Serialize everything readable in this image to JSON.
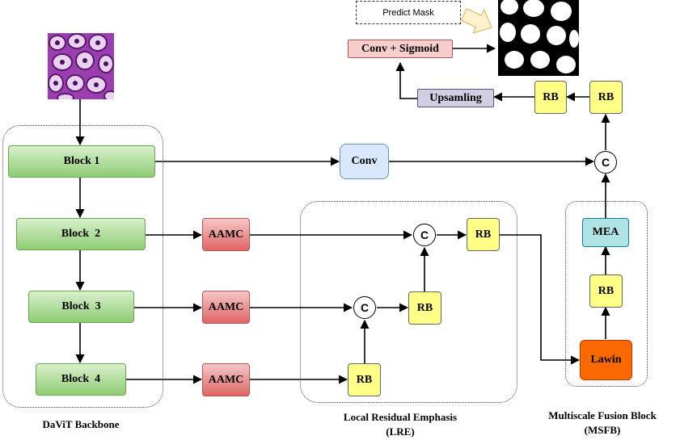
{
  "backbone": {
    "caption": "DaViT Backbone",
    "blocks": [
      "Block 1",
      "Block  2",
      "Block  3",
      "Block  4"
    ]
  },
  "aamc_label": "AAMC",
  "conv_label": "Conv",
  "rb_label": "RB",
  "concat_label": "C",
  "lre": {
    "caption_line1": "Local Residual Emphasis",
    "caption_line2": "(LRE)"
  },
  "msfb": {
    "caption_line1": "Multiscale Fusion Block",
    "caption_line2": "(MSFB)",
    "mea_label": "MEA",
    "lawin_label": "Lawin"
  },
  "head": {
    "upsampling_label": "Upsamling",
    "conv_sigmoid_label": "Conv + Sigmoid",
    "predict_mask_note": "Predict Mask"
  },
  "colors": {
    "block_green": "#8fcc74",
    "aamc_red": "#e06565",
    "rb_yellow": "#ffff88",
    "conv_blue": "#dae8fc",
    "mea_cyan": "#b0e3e6",
    "lawin_orange": "#fa6800",
    "upsampling_purple": "#d0cee2",
    "tissue_purple": "#8b2fa3"
  }
}
